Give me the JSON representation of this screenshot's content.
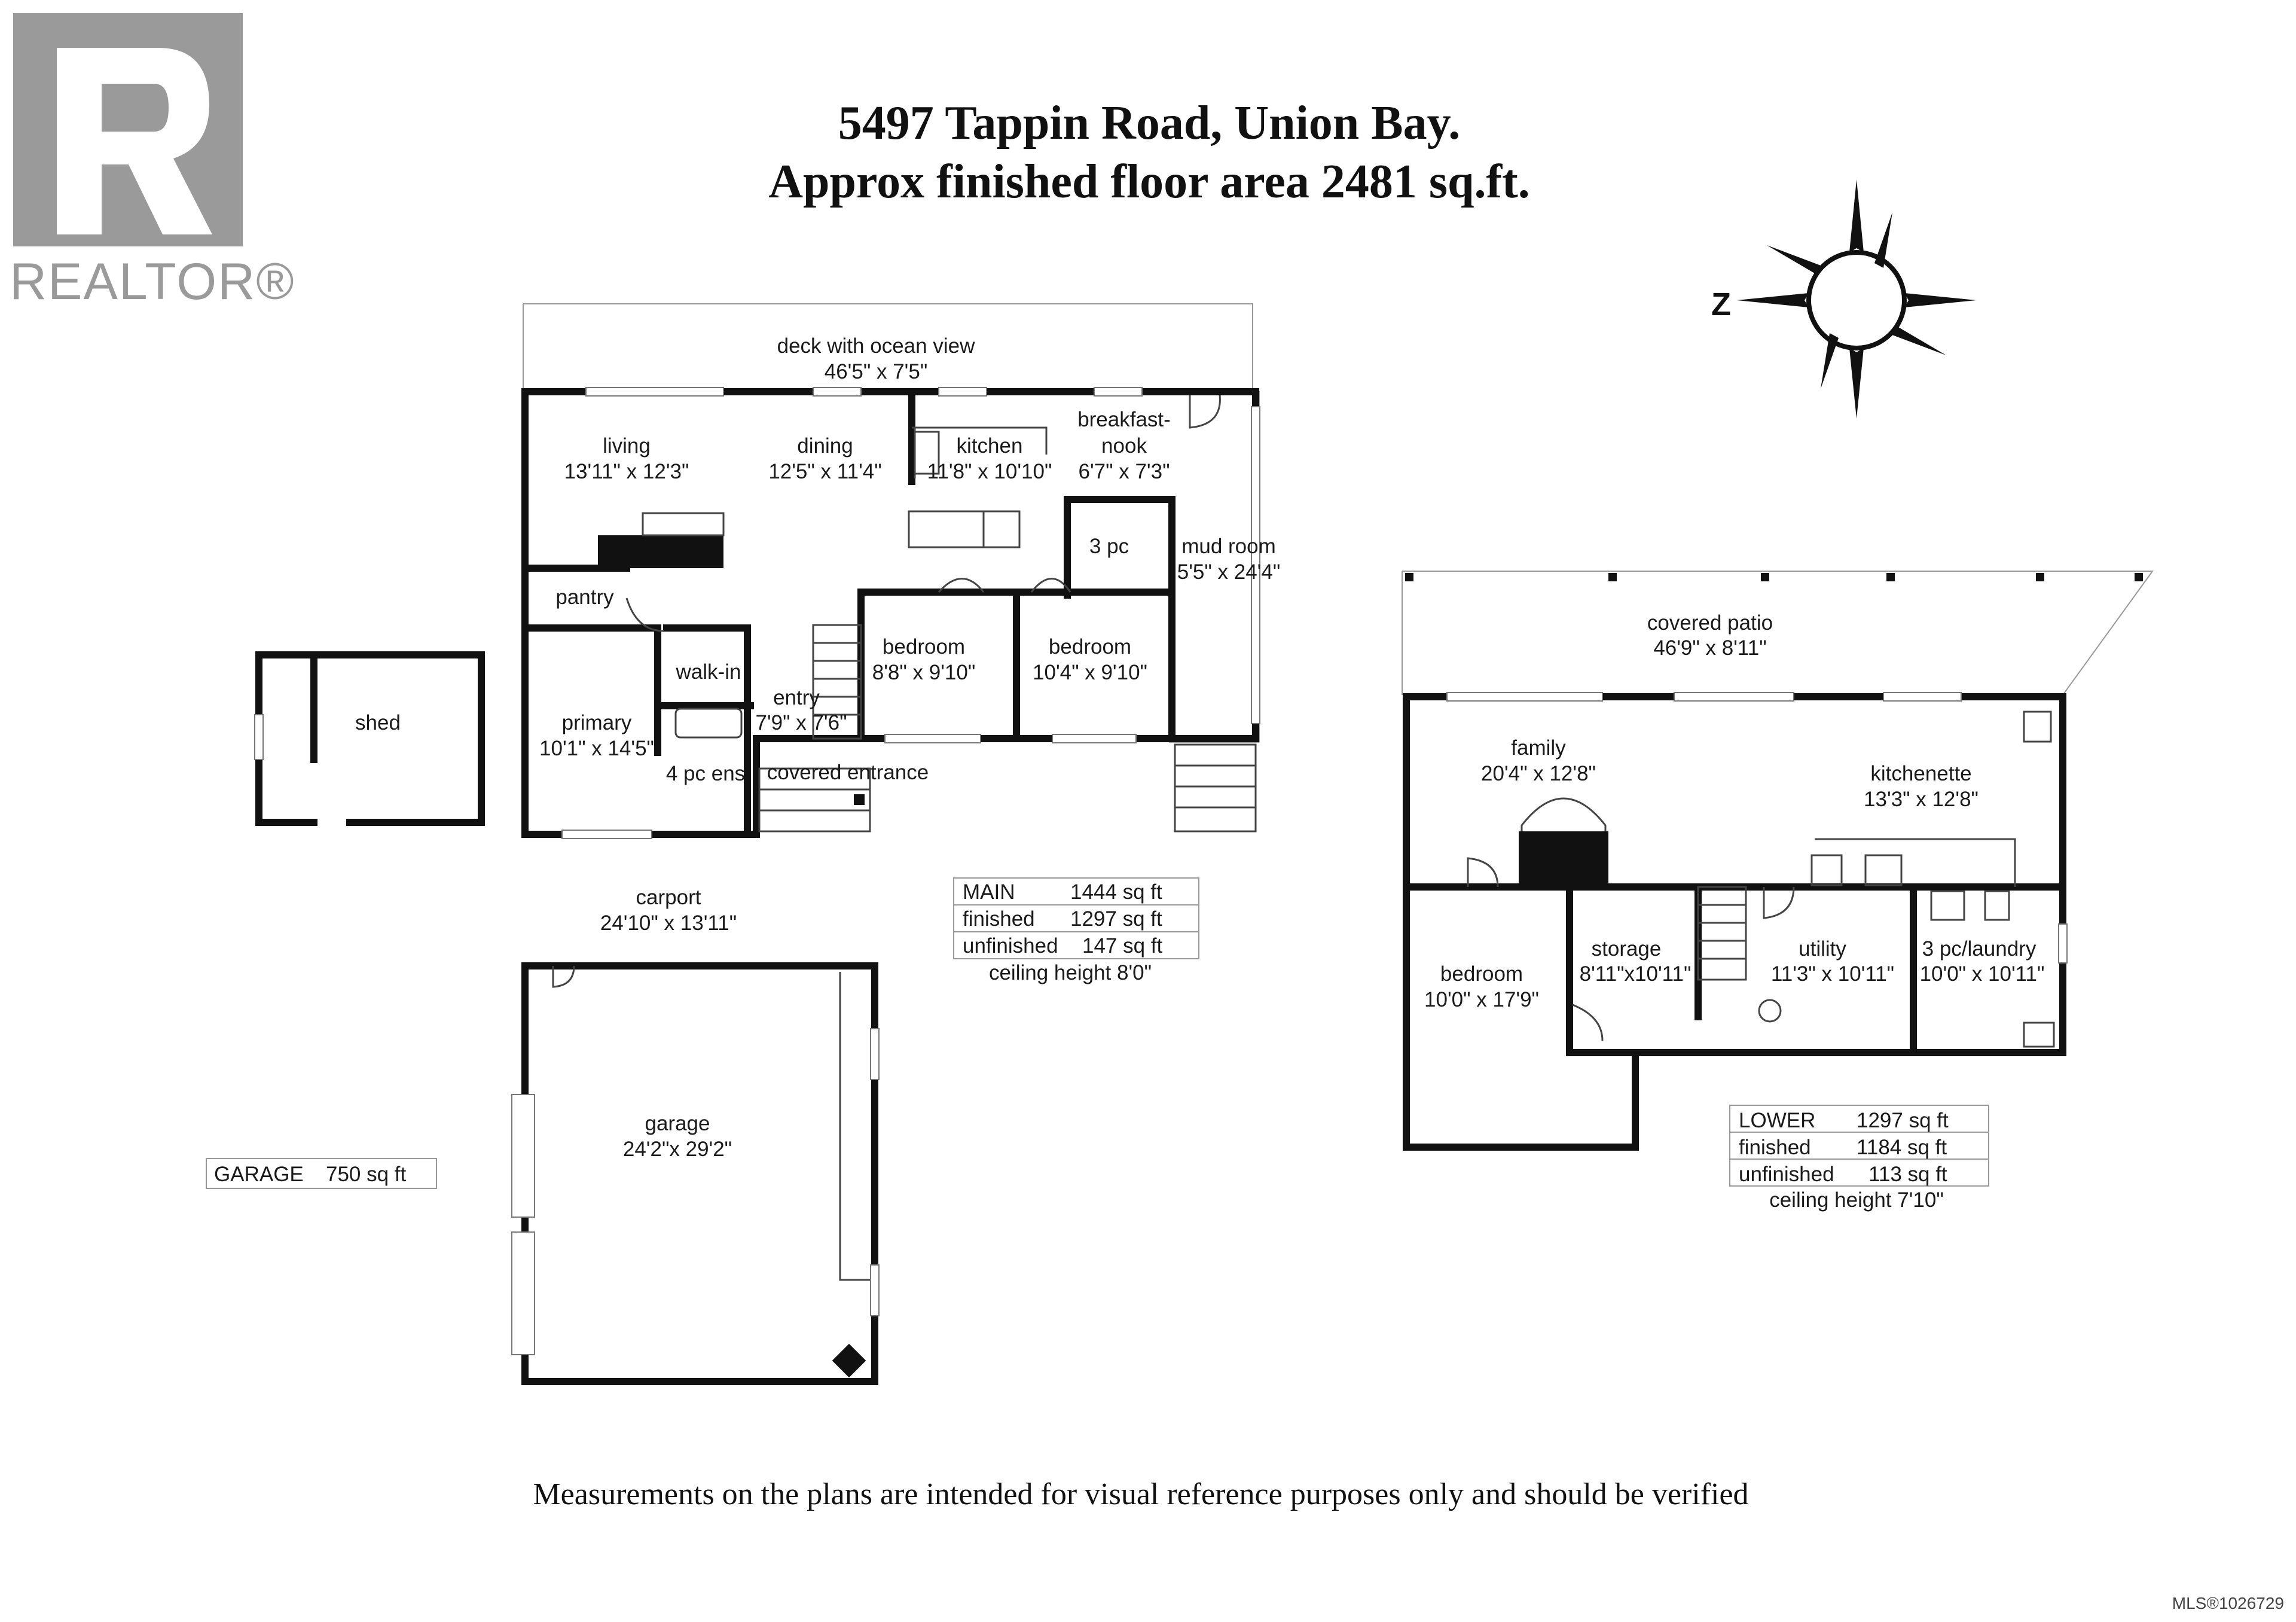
{
  "title": {
    "line1": "5497 Tappin Road, Union Bay.",
    "line2": "Approx finished floor area 2481 sq.ft."
  },
  "logo": {
    "text": "REALTOR®",
    "icon": "realtor-r-logo-icon"
  },
  "compass": {
    "label": "Z",
    "icon": "compass-rose-icon"
  },
  "main_floor": {
    "rooms": [
      {
        "name": "deck with ocean view",
        "dim": "46'5\" x 7'5\""
      },
      {
        "name": "living",
        "dim": "13'11\" x 12'3\""
      },
      {
        "name": "dining",
        "dim": "12'5\" x 11'4\""
      },
      {
        "name": "kitchen",
        "dim": "11'8\" x 10'10\""
      },
      {
        "name": "breakfast-",
        "name2": "nook",
        "dim": "6'7\" x 7'3\""
      },
      {
        "name": "mud room",
        "dim": "5'5\" x 24'4\""
      },
      {
        "name": "3 pc"
      },
      {
        "name": "pantry"
      },
      {
        "name": "walk-in"
      },
      {
        "name": "primary",
        "dim": "10'1\" x 14'5\""
      },
      {
        "name": "4 pc ens"
      },
      {
        "name": "entry",
        "dim": "7'9\" x 7'6\""
      },
      {
        "name": "bedroom",
        "dim": "8'8\" x 9'10\""
      },
      {
        "name": "bedroom",
        "dim": "10'4\" x 9'10\""
      },
      {
        "name": "covered entrance"
      }
    ],
    "summary": {
      "rows": [
        {
          "label": "MAIN",
          "value": "1444 sq ft"
        },
        {
          "label": "finished",
          "value": "1297 sq ft"
        },
        {
          "label": "unfinished",
          "value": "147 sq ft"
        }
      ],
      "ceiling": "ceiling height 8'0\""
    }
  },
  "shed": {
    "name": "shed"
  },
  "garage": {
    "carport": {
      "name": "carport",
      "dim": "24'10\" x 13'11\""
    },
    "room": {
      "name": "garage",
      "dim": "24'2\"x 29'2\""
    },
    "summary": {
      "label": "GARAGE",
      "value": "750 sq ft"
    }
  },
  "lower_floor": {
    "rooms": [
      {
        "name": "covered patio",
        "dim": "46'9\" x 8'11\""
      },
      {
        "name": "family",
        "dim": "20'4\" x 12'8\""
      },
      {
        "name": "kitchenette",
        "dim": "13'3\" x 12'8\""
      },
      {
        "name": "bedroom",
        "dim": "10'0\" x 17'9\""
      },
      {
        "name": "storage",
        "dim": "8'11\"x10'11\""
      },
      {
        "name": "utility",
        "dim": "11'3\" x 10'11\""
      },
      {
        "name": "3 pc/laundry",
        "dim": "10'0\" x 10'11\""
      }
    ],
    "summary": {
      "rows": [
        {
          "label": "LOWER",
          "value": "1297 sq ft"
        },
        {
          "label": "finished",
          "value": "1184 sq ft"
        },
        {
          "label": "unfinished",
          "value": "113 sq ft"
        }
      ],
      "ceiling": "ceiling height 7'10\""
    }
  },
  "footer": {
    "disclaimer": "Measurements on the plans are intended for visual reference purposes only and should be verified",
    "mls": "MLS®1026729"
  }
}
